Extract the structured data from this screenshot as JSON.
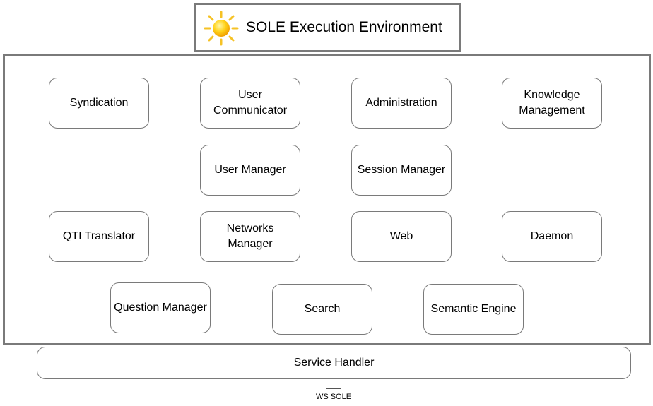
{
  "header": {
    "title": "SOLE Execution Environment",
    "icon": "sun-icon"
  },
  "modules": {
    "syndication": "Syndication",
    "user_communicator": "User Communicator",
    "administration": "Administration",
    "knowledge_management": "Knowledge Management",
    "user_manager": "User Manager",
    "session_manager": "Session Manager",
    "qti_translator": "QTI Translator",
    "networks_manager": "Networks Manager",
    "web": "Web",
    "daemon": "Daemon",
    "question_manager": "Question Manager",
    "search": "Search",
    "semantic_engine": "Semantic Engine"
  },
  "service_handler": {
    "label": "Service Handler"
  },
  "port": {
    "label": "WS SOLE"
  }
}
